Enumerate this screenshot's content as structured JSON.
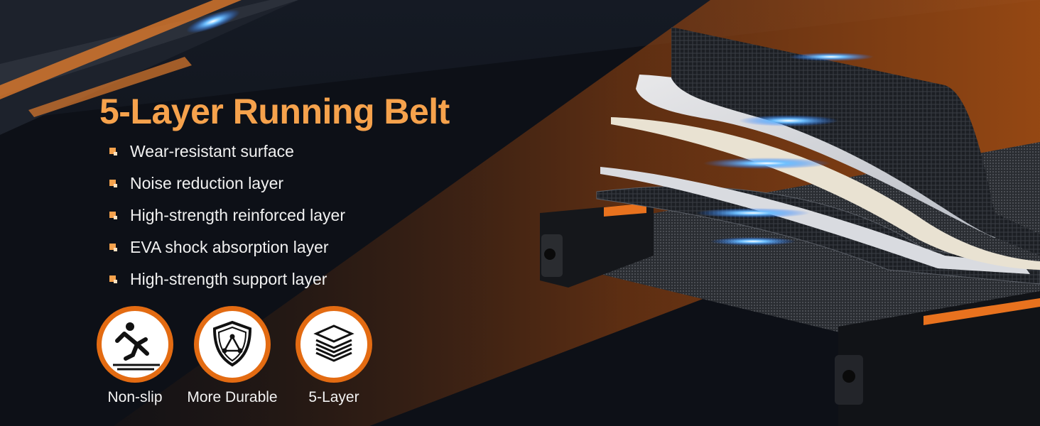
{
  "headline": "5-Layer Running Belt",
  "features": [
    "Wear-resistant surface",
    "Noise reduction layer",
    "High-strength reinforced layer",
    "EVA shock absorption layer",
    "High-strength support layer"
  ],
  "badges": [
    {
      "label": "Non-slip",
      "icon": "slipping-person-icon"
    },
    {
      "label": "More Durable",
      "icon": "shield-icon"
    },
    {
      "label": "5-Layer",
      "icon": "stacked-layers-icon"
    }
  ],
  "colors": {
    "accent": "#f6a24c",
    "badge_ring": "#e36b12",
    "glow": "#3aa0ff",
    "background": "#10141c"
  }
}
